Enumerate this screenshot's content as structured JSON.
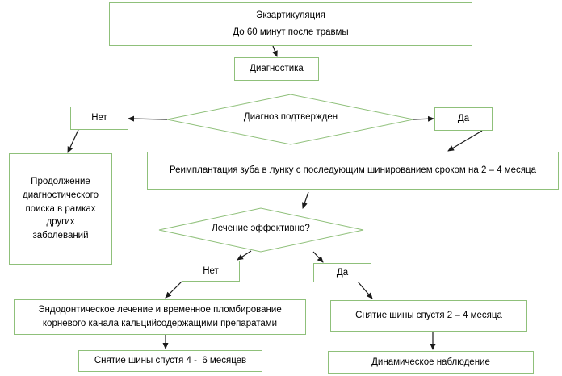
{
  "nodes": {
    "exarticulation": {
      "title": "Экзартикуляция",
      "subtitle": "До 60 минут после травмы"
    },
    "diagnostics": "Диагностика",
    "diagnosis_confirmed": "Диагноз подтвержден",
    "no_1": "Нет",
    "yes_1": "Да",
    "continue_search": [
      "Продолжение",
      "диагностического",
      "поиска в рамках",
      "других",
      "заболеваний"
    ],
    "replantation": "Реимплантация зуба в лунку с последующим шинированием сроком на 2 – 4 месяца",
    "treatment_effective": "Лечение эффективно?",
    "no_2": "Нет",
    "yes_2": "Да",
    "endodontic": [
      "Эндодонтическое лечение и временное пломбирование",
      "корневого канала кальцийсодержащими препаратами"
    ],
    "splint_removal_2_4": "Снятие шины спустя 2 – 4 месяца",
    "splint_removal_4_6": "Снятие шины спустя 4 -  6 месяцев",
    "dynamic_observation": "Динамическое наблюдение"
  },
  "colors": {
    "border": "#8fc07a",
    "arrow": "#1a1a1a"
  }
}
